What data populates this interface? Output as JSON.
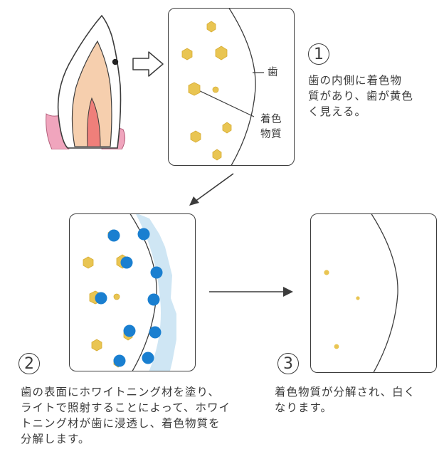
{
  "labels": {
    "tooth": "歯",
    "stain_line1": "着色",
    "stain_line2": "物質"
  },
  "steps": [
    {
      "number": "1",
      "lines": [
        "歯の内側に着色物",
        "質があり、歯が黄色",
        "く見える。"
      ]
    },
    {
      "number": "2",
      "lines": [
        "歯の表面にホワイトニング材を塗り、",
        "ライトで照射することによって、ホワイ",
        "トニング材が歯に浸透し、着色物質を",
        "分解します。"
      ]
    },
    {
      "number": "3",
      "lines": [
        "着色物質が分解され、白く",
        "なります。"
      ]
    }
  ],
  "colors": {
    "stain": "#e9c552",
    "agent": "#1a7fd0",
    "agent_region": "#cfe6f4",
    "gum": "#f0a5bd",
    "tooth_inner": "#f6cfae",
    "pulp": "#ef7f7a",
    "outline": "#3c3c3c"
  },
  "icons": [
    "tooth-illustration",
    "hollow-arrow-icon",
    "diagonal-arrow-icon",
    "right-arrow-icon"
  ]
}
